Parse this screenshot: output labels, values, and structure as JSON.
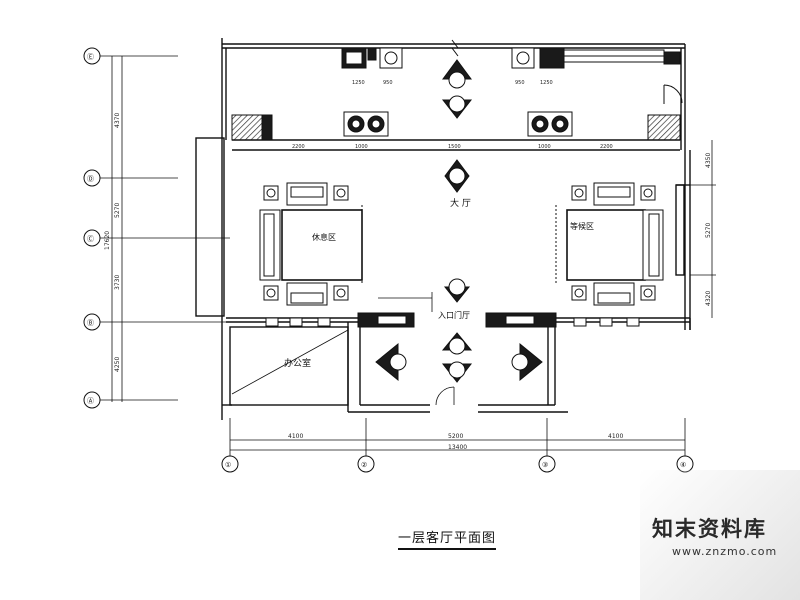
{
  "drawing": {
    "title": "一层客厅平面图"
  },
  "rooms": {
    "hall": "大 厅",
    "rest_left": "休息区",
    "rest_right": "等候区",
    "entrance": "入口门厅",
    "office": "办公室"
  },
  "grid_axes": {
    "vertical": [
      "①",
      "②",
      "③",
      "④"
    ],
    "horizontal": [
      "Ⓐ",
      "Ⓑ",
      "Ⓒ",
      "Ⓓ",
      "Ⓔ"
    ]
  },
  "dimensions": {
    "bottom_segments": [
      "4100",
      "5200",
      "4100"
    ],
    "bottom_total": "13400",
    "left_segments": [
      "4370",
      "5270",
      "3730",
      "4250"
    ],
    "left_total": "17620",
    "right_segments": [
      "4350",
      "5270",
      "4320"
    ]
  },
  "watermark": {
    "name": "知末资料库",
    "url": "www.znzmo.com"
  },
  "colors": {
    "line": "#111111",
    "fill_dark": "#1a1a1a",
    "hatch": "#555555"
  }
}
